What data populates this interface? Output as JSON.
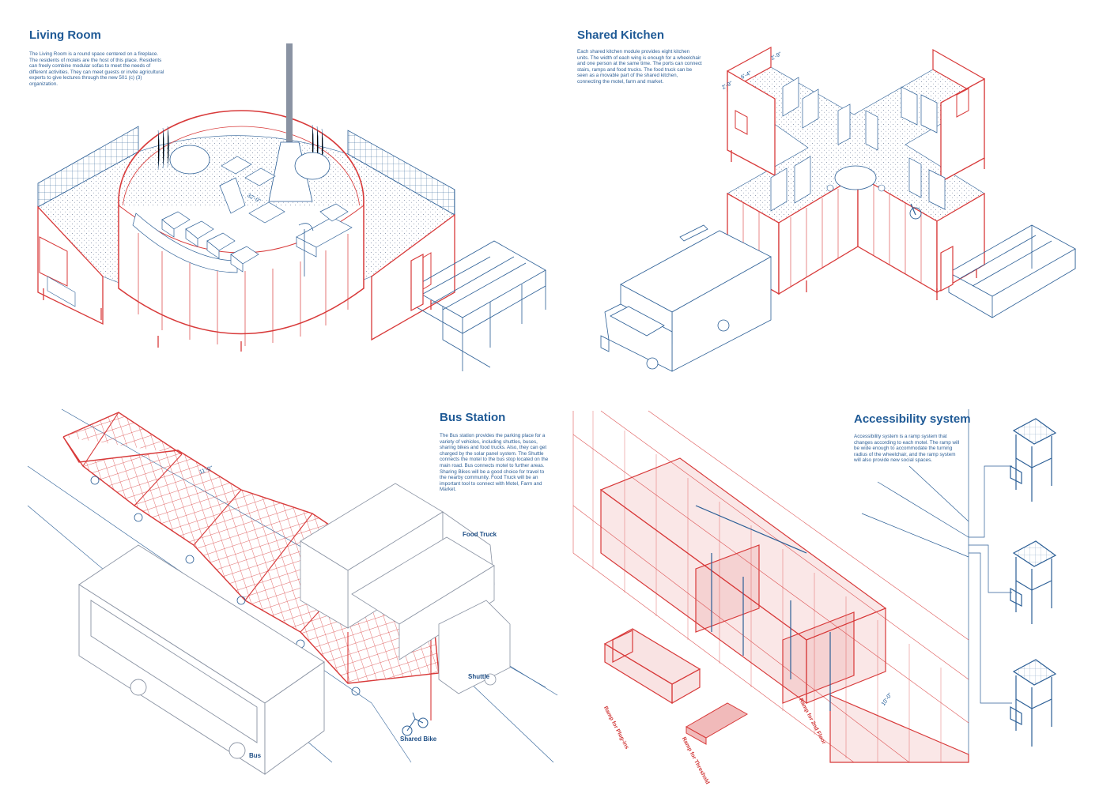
{
  "colors": {
    "red": "#d83a3a",
    "blue": "#2c5f96",
    "grey": "#8a93a3",
    "title": "#1f5a96"
  },
  "living_room": {
    "title": "Living Room",
    "description": "The Living Room is a round space centered on a fireplace. The residents of motels are the host of this place. Residents can freely combine modular sofas to meet the needs of different activities. They can meet guests or invite agricultural experts to give lectures through the new 501 (c) (3) organization.",
    "dimension": "32'-0\""
  },
  "shared_kitchen": {
    "title": "Shared Kitchen",
    "description": "Each shared kitchen module provides eight kitchen units. The width of each wing is enough for a wheelchair and one person at the same time. The ports can connect stairs, ramps and food trucks. The food truck can be seen as a movable part of the shared kitchen, connecting the motel, farm and market.",
    "dimensions": [
      "2'-9\"",
      "6'-4\"",
      "2'-9\""
    ]
  },
  "bus_station": {
    "title": "Bus Station",
    "description": "The Bus station provides the parking place for a variety of vehicles, including shuttles, buses, sharing bikes and food trucks. Also, they can get charged by the solar panel system. The Shuttle connects the motel to the bus stop located on the main road. Bus connects motel to further areas. Sharing Bikes will be a good choice for travel to the nearby community. Food Truck will be an important tool to connect with Motel, Farm and Market.",
    "dimension": "11'-0\"",
    "labels": {
      "food_truck": "Food Truck",
      "shuttle": "Shuttle",
      "shared_bike": "Shared Bike",
      "bus": "Bus"
    }
  },
  "accessibility": {
    "title": "Accessibility system",
    "description": "Accessibility system is a ramp system that changes according to each motel. The ramp will be wide enough to accommodate the turning radius of the wheelchair, and the ramp system will also provide new social spaces.",
    "dimension": "10'-0\"",
    "labels": {
      "ramp_plugins": "Ramp for Plug-ins",
      "ramp_threshold": "Ramp for Threshold",
      "ramp_2nd": "Ramp for 2nd Floor"
    }
  }
}
